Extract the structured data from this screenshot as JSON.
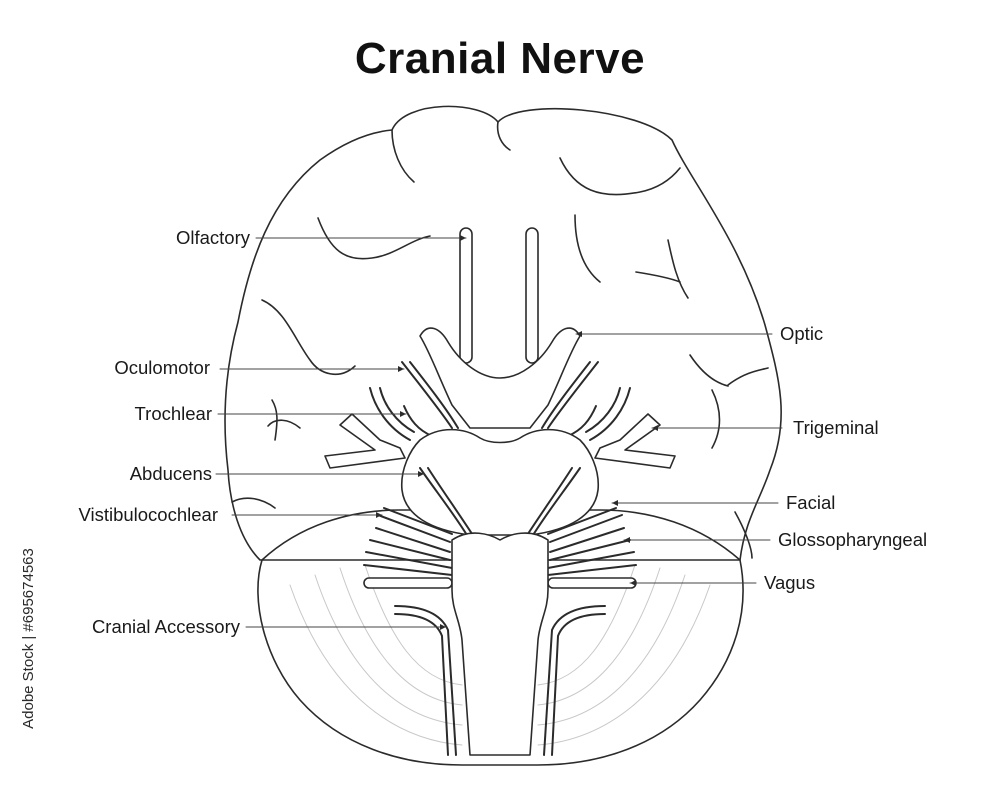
{
  "title": "Cranial Nerve",
  "labels": {
    "olfactory": "Olfactory",
    "oculomotor": "Oculomotor",
    "trochlear": "Trochlear",
    "abducens": "Abducens",
    "vistibulocochlear": "Vistibulocochlear",
    "cranial_accessory": "Cranial Accessory",
    "optic": "Optic",
    "trigeminal": "Trigeminal",
    "facial": "Facial",
    "glossopharyngeal": "Glossopharyngeal",
    "vagus": "Vagus"
  },
  "stock_id": "Adobe Stock | #695674563",
  "colors": {
    "line": "#2b2b2b",
    "faint": "#bdbdbd",
    "text": "#1a1a1a"
  }
}
